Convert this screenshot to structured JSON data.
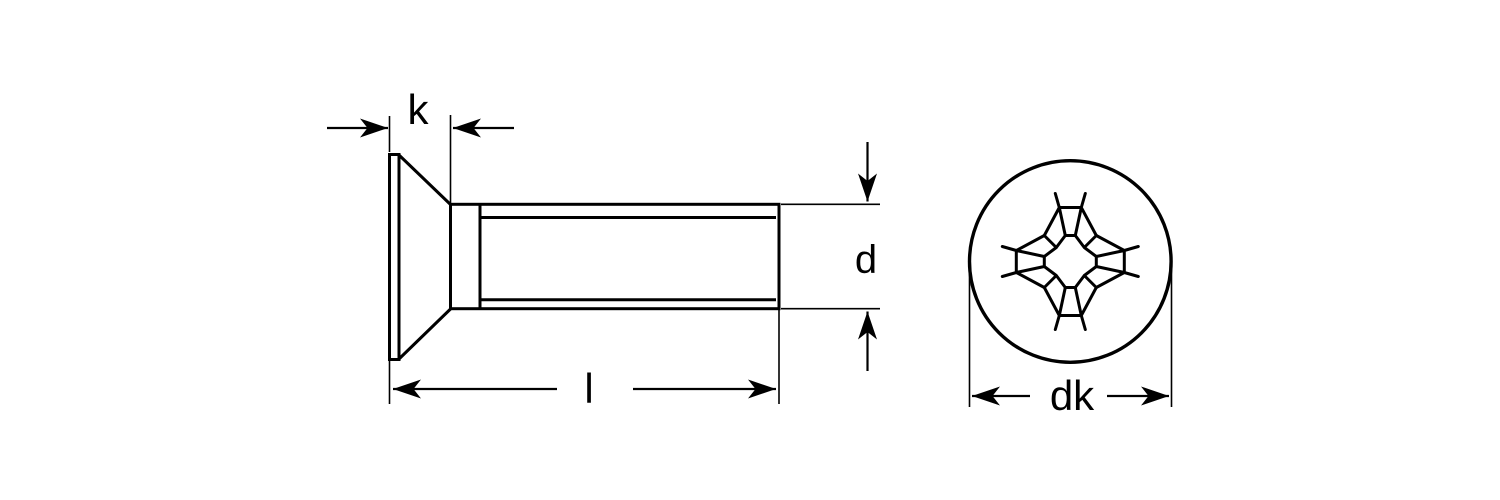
{
  "colors": {
    "line": "#000000",
    "background": "#ffffff"
  },
  "dimension_labels": {
    "head_height": "k",
    "shank_diameter": "d",
    "screw_length": "l",
    "head_diameter": "dk"
  }
}
